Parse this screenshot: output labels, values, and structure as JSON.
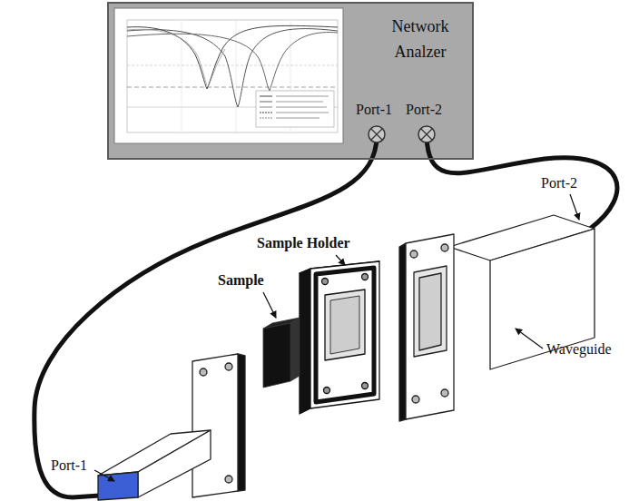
{
  "diagram": {
    "nodes": [
      {
        "text": [
          "Network Analzer"
        ]
      }
    ],
    "labels": [
      "Port-1",
      "Port-2",
      "Port-2",
      "Sample Holder",
      "Sample",
      "Waveguide",
      "Port-1"
    ]
  }
}
